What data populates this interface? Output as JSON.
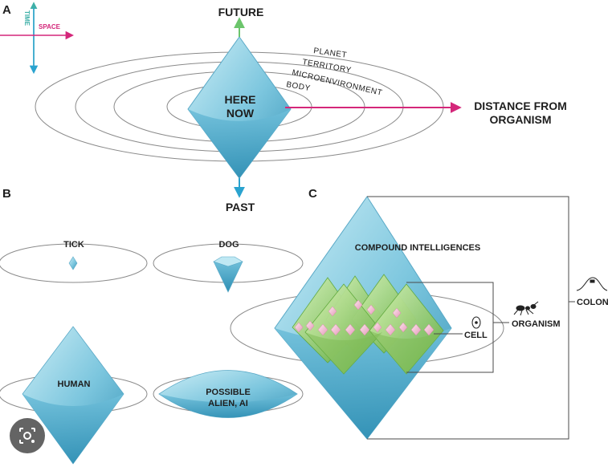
{
  "panels": {
    "a": "A",
    "b": "B",
    "c": "C"
  },
  "colors": {
    "time_axis": "#3fb0a8",
    "space_axis": "#d4277a",
    "future_arrow": "#6cc56c",
    "past_arrow": "#2aa3cf",
    "diamond_light": "#b7e3ef",
    "diamond_dark": "#3d9cbf",
    "green_light": "#c8eaa5",
    "green_dark": "#5ea83b",
    "pink": "#f3c3d7",
    "ellipse_stroke": "#8a8a8a"
  },
  "panel_a": {
    "axis_time": "TIME",
    "axis_space": "SPACE",
    "future": "FUTURE",
    "past": "PAST",
    "here_now": [
      "HERE",
      "NOW"
    ],
    "distance": [
      "DISTANCE FROM",
      "ORGANISM"
    ],
    "rings": [
      "PLANET",
      "TERRITORY",
      "MICROENVIRONMENT",
      "BODY"
    ]
  },
  "panel_b": {
    "tick": "TICK",
    "dog": "DOG",
    "human": "HUMAN",
    "alien": [
      "POSSIBLE",
      "ALIEN, AI"
    ]
  },
  "panel_c": {
    "compound": "COMPOUND INTELLIGENCES",
    "cell": "CELL",
    "organism": "ORGANISM",
    "colon": "COLON"
  },
  "icons": {
    "ant": "ant-icon",
    "cell": "cell-icon",
    "colon": "colon-icon",
    "lens": "lens-search-icon"
  }
}
